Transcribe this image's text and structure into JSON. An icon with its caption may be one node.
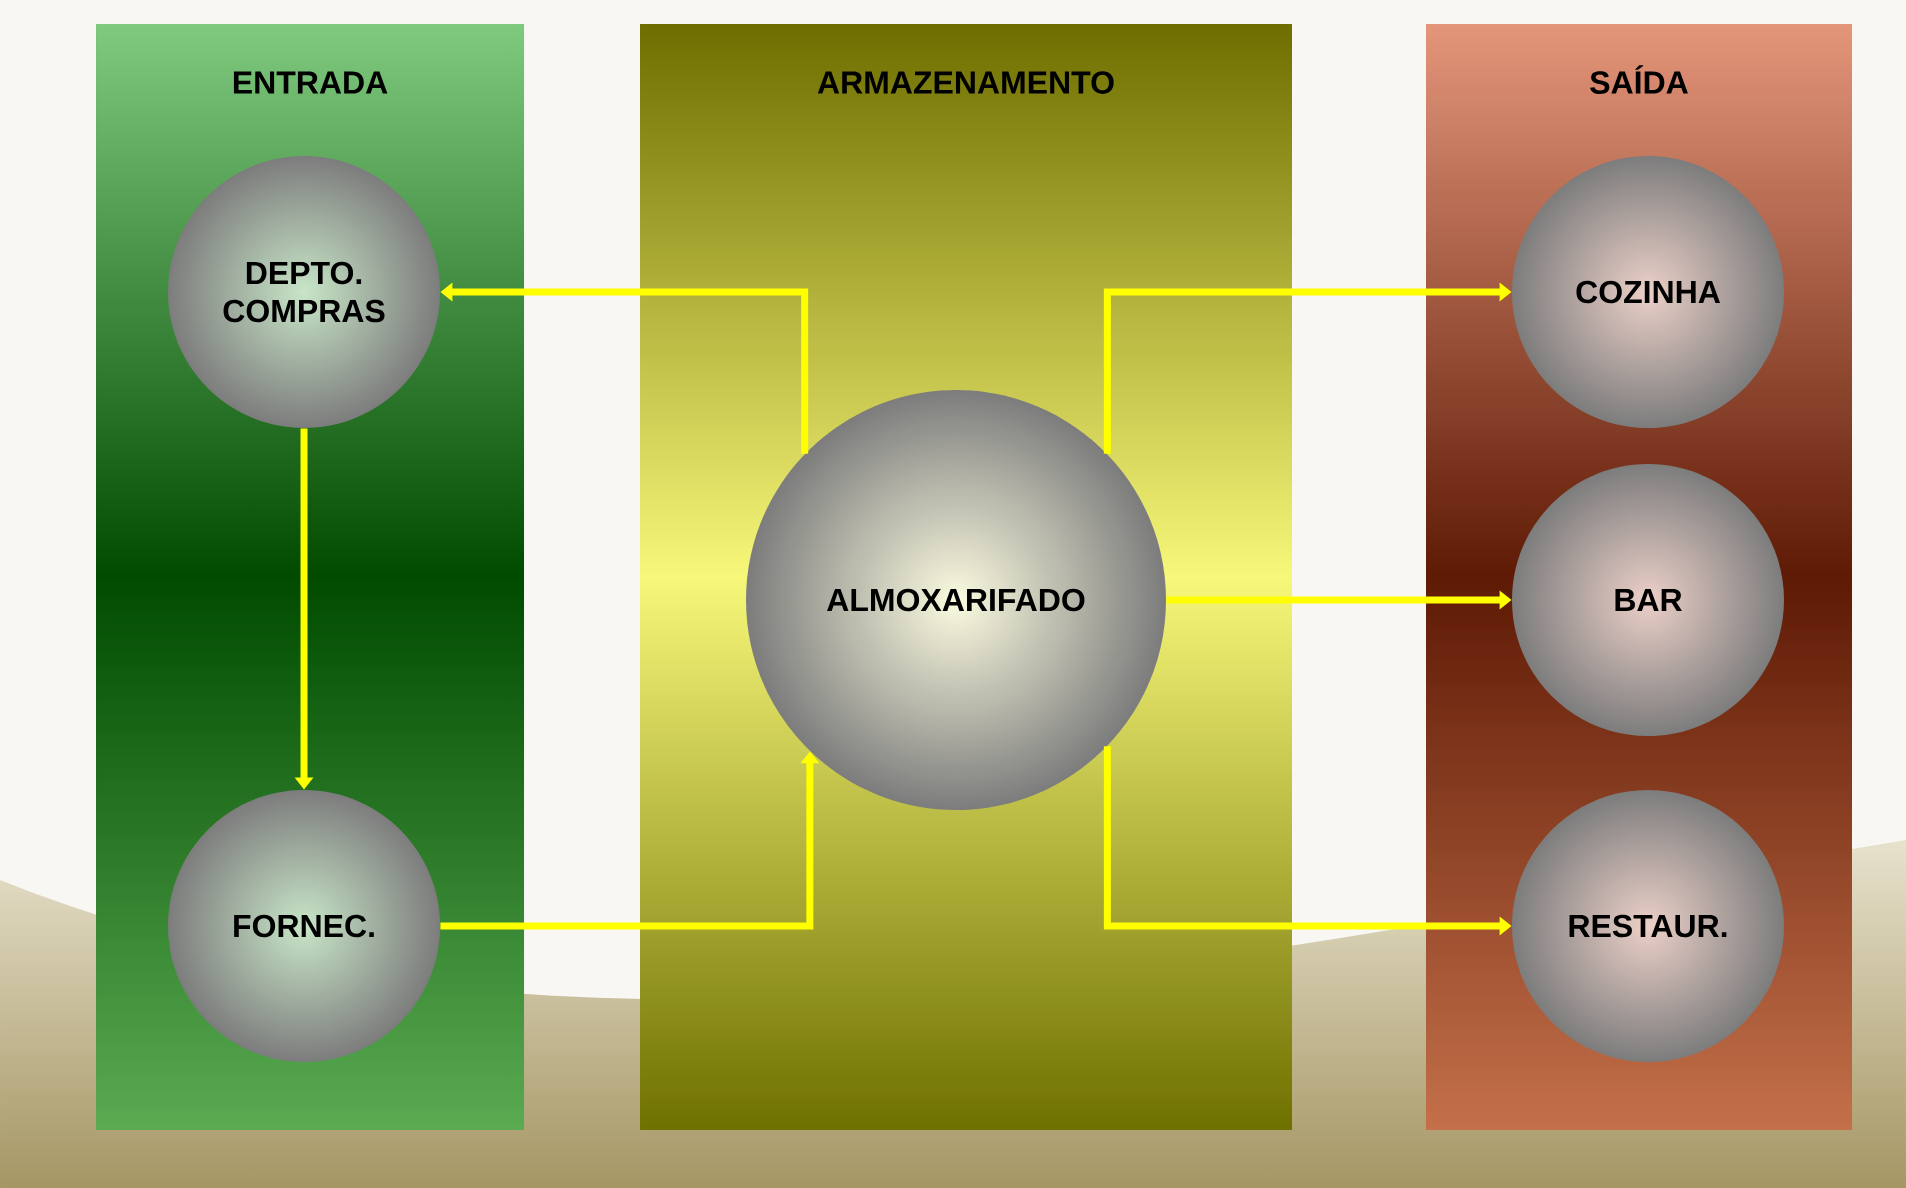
{
  "diagram": {
    "nodes": [
      {
        "text": [
          "ENTRADA"
        ]
      },
      {
        "text": [
          "DEPTO. COMPRAS"
        ],
        "in": 0
      },
      {
        "text": [
          "FORNEC."
        ],
        "in": 0
      },
      {
        "text": [
          "ARMAZENAMENTO"
        ]
      },
      {
        "text": [
          "ALMOXARIFADO"
        ],
        "in": 3
      },
      {
        "text": [
          "SAÍDA"
        ]
      },
      {
        "text": [
          "COZINHA"
        ],
        "in": 5
      },
      {
        "text": [
          "BAR"
        ],
        "in": 5
      },
      {
        "text": [
          "RESTAUR."
        ],
        "in": 5
      }
    ],
    "edges": [
      {
        "from": 4,
        "to": 1,
        "arrow": "to"
      },
      {
        "from": 1,
        "to": 2,
        "arrow": "to"
      },
      {
        "from": 2,
        "to": 4,
        "arrow": "to"
      },
      {
        "from": 4,
        "to": 6,
        "arrow": "to"
      },
      {
        "from": 4,
        "to": 7,
        "arrow": "to"
      },
      {
        "from": 4,
        "to": 8,
        "arrow": "to"
      }
    ]
  }
}
